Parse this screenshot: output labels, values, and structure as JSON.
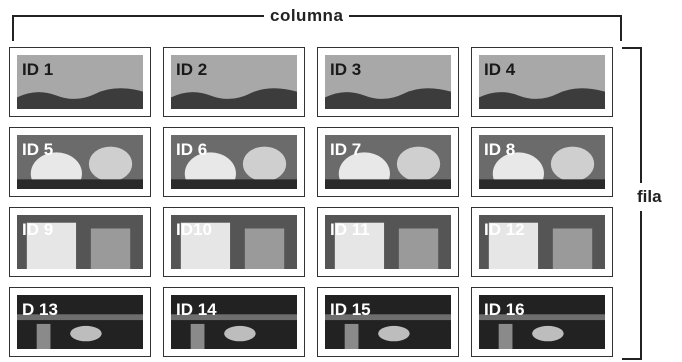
{
  "labels": {
    "column": "columna",
    "row": "fila"
  },
  "cells": [
    {
      "id": "ID 1"
    },
    {
      "id": "ID 2"
    },
    {
      "id": "ID 3"
    },
    {
      "id": "ID 4"
    },
    {
      "id": "ID 5"
    },
    {
      "id": "ID 6"
    },
    {
      "id": "ID 7"
    },
    {
      "id": "ID 8"
    },
    {
      "id": "ID 9"
    },
    {
      "id": "ID10"
    },
    {
      "id": "ID 11"
    },
    {
      "id": "ID 12"
    },
    {
      "id": "D 13"
    },
    {
      "id": "ID 14"
    },
    {
      "id": "ID 15"
    },
    {
      "id": "ID 16"
    }
  ]
}
